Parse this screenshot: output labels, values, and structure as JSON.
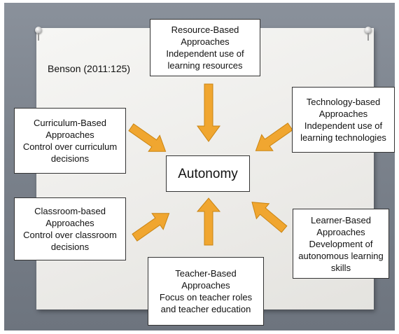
{
  "citation": "Benson (2011:125)",
  "center": "Autonomy",
  "boxes": {
    "resource": {
      "lines": [
        "Resource-Based",
        "Approaches",
        "Independent use of",
        "learning resources"
      ]
    },
    "technology": {
      "lines": [
        "Technology-based",
        "Approaches",
        "Independent use of",
        "learning technologies"
      ]
    },
    "curriculum": {
      "lines": [
        "Curriculum-Based",
        "Approaches",
        "Control over curriculum",
        "decisions"
      ]
    },
    "classroom": {
      "lines": [
        "Classroom-based",
        "Approaches",
        "Control over classroom",
        "decisions"
      ]
    },
    "learner": {
      "lines": [
        "Learner-Based",
        "Approaches",
        "Development of",
        "autonomous learning",
        "skills"
      ]
    },
    "teacher": {
      "lines": [
        "Teacher-Based",
        "Approaches",
        "Focus on teacher roles",
        "and teacher education"
      ]
    }
  },
  "colors": {
    "arrow": "#f0a630",
    "arrow_edge": "#c98412",
    "box_border": "#333333"
  }
}
